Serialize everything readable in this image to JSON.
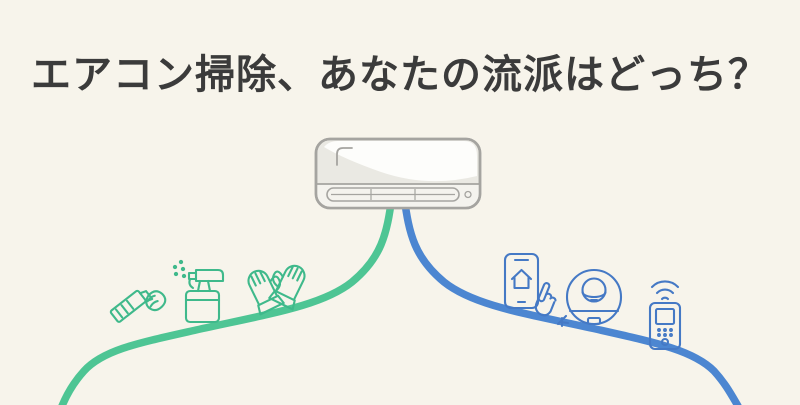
{
  "title": "エアコン掃除、あなたの流派はどっち？",
  "colors": {
    "background": "#F7F4EB",
    "title_text": "#3B3B3B",
    "green_line": "#4EC594",
    "green_icon": "#3FB98B",
    "blue_line": "#4C86D1",
    "blue_icon": "#4579C5",
    "ac_outline": "#A5A4A0",
    "ac_body": "#EAE9E3",
    "ac_highlight": "#FDFDFB",
    "ac_vent": "#F4F3EE"
  },
  "illustration": {
    "ac_unit": "air-conditioner",
    "left_branch": {
      "icons": [
        "hand-brush",
        "spray-bottle",
        "rubber-gloves"
      ]
    },
    "right_branch": {
      "icons": [
        "smartphone-app-tap",
        "robot-vacuum",
        "remote-control"
      ]
    }
  }
}
